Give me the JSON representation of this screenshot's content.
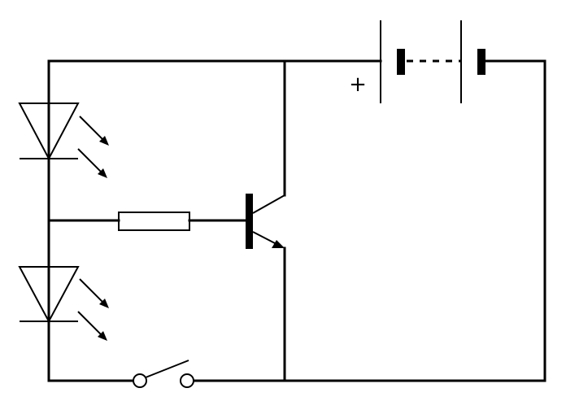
{
  "diagram": {
    "type": "circuit-schematic",
    "battery": {
      "polarity_label": "+"
    },
    "colors": {
      "line": "#000000",
      "background": "#ffffff"
    },
    "components": [
      {
        "name": "led-top",
        "kind": "light-emitting-diode"
      },
      {
        "name": "led-bottom",
        "kind": "light-emitting-diode"
      },
      {
        "name": "resistor",
        "kind": "resistor"
      },
      {
        "name": "transistor",
        "kind": "npn-transistor"
      },
      {
        "name": "switch",
        "kind": "single-pole-switch"
      },
      {
        "name": "battery",
        "kind": "multi-cell-battery"
      }
    ]
  }
}
